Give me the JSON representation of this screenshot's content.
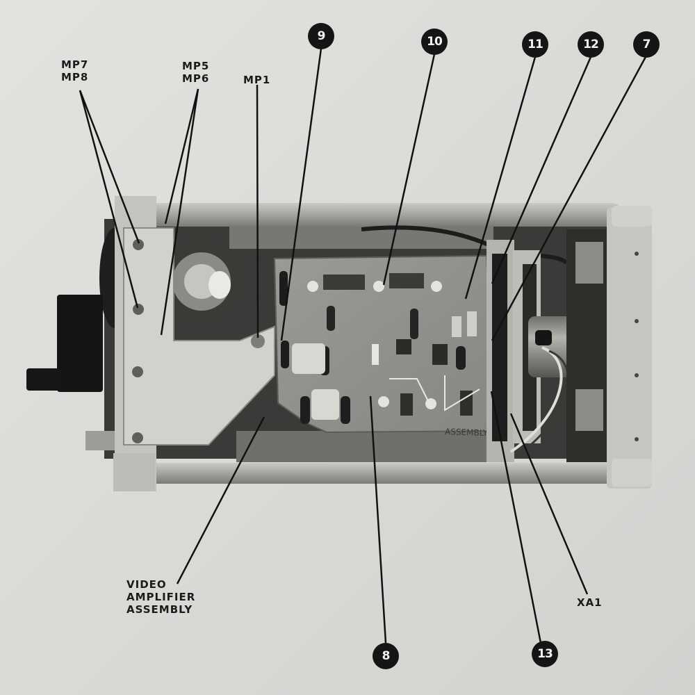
{
  "callouts": {
    "c9": "9",
    "c10": "10",
    "c11": "11",
    "c12": "12",
    "c7": "7",
    "c8": "8",
    "c13": "13"
  },
  "labels": {
    "mp7": "MP7",
    "mp8": "MP8",
    "mp5": "MP5",
    "mp6": "MP6",
    "mp1": "MP1",
    "xa1": "XA1",
    "video_line1": "VIDEO",
    "video_line2": "AMPLIFIER",
    "video_line3": "ASSEMBLY"
  },
  "board_marking": "ASSEMBLY"
}
